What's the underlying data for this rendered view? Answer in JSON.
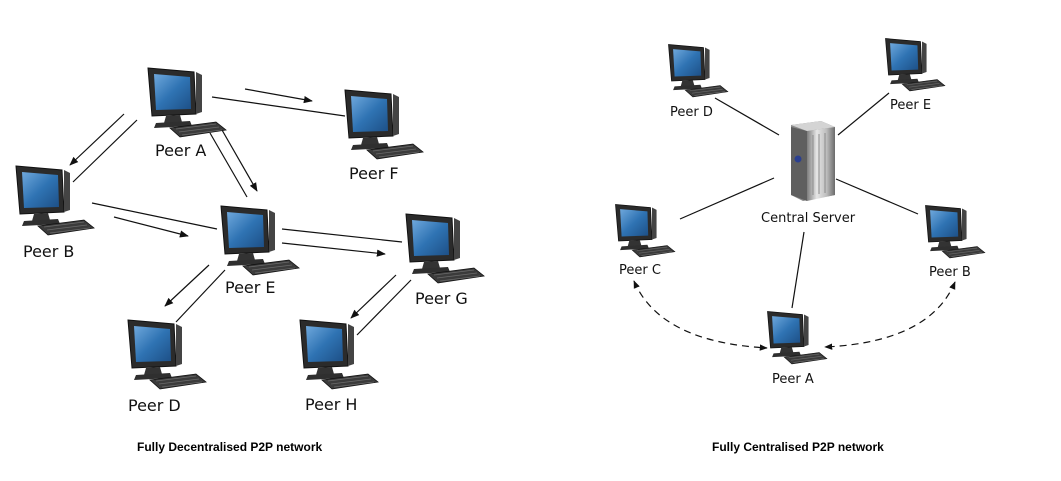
{
  "decentralised": {
    "caption": "Fully Decentralised P2P network",
    "peers": {
      "a": "Peer A",
      "b": "Peer B",
      "d": "Peer D",
      "e": "Peer E",
      "f": "Peer F",
      "g": "Peer G",
      "h": "Peer H"
    }
  },
  "centralised": {
    "caption": "Fully Centralised P2P network",
    "server": "Central Server",
    "peers": {
      "a": "Peer A",
      "b": "Peer B",
      "c": "Peer C",
      "d": "Peer D",
      "e": "Peer E"
    }
  },
  "icons": {
    "computer": "desktop-computer-icon",
    "server": "server-tower-icon"
  },
  "colors": {
    "screen": "#2f73b3",
    "monitor": "#2a2a2a",
    "keyboard": "#3a3a3a",
    "line": "#111111",
    "server": "#b9b9b9"
  }
}
